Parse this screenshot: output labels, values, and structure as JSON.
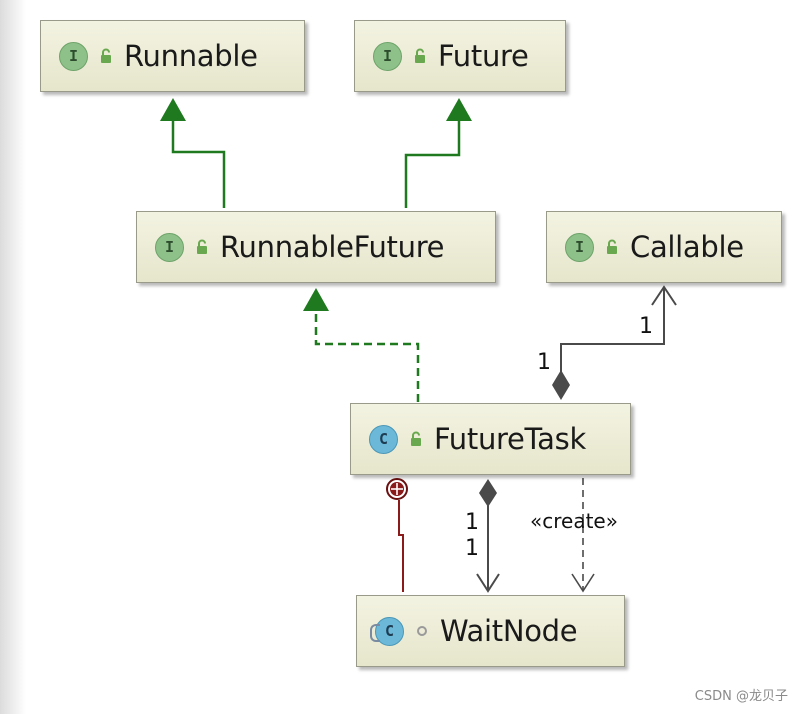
{
  "nodes": {
    "runnable": {
      "label": "Runnable",
      "kind": "I"
    },
    "future": {
      "label": "Future",
      "kind": "I"
    },
    "runnable_future": {
      "label": "RunnableFuture",
      "kind": "I"
    },
    "callable": {
      "label": "Callable",
      "kind": "I"
    },
    "future_task": {
      "label": "FutureTask",
      "kind": "C"
    },
    "wait_node": {
      "label": "WaitNode",
      "kind": "C"
    }
  },
  "edge_labels": {
    "callable_source_mult": "1",
    "callable_target_mult": "1",
    "waitnode_source_mult": "1",
    "waitnode_target_mult": "1",
    "create_stereotype": "«create»"
  },
  "colors": {
    "generalization": "#1f7a1f",
    "association": "#4a4a4a",
    "inner_class": "#8b1a1a",
    "node_border": "#9a9a8a"
  },
  "watermark": "CSDN @龙贝子"
}
